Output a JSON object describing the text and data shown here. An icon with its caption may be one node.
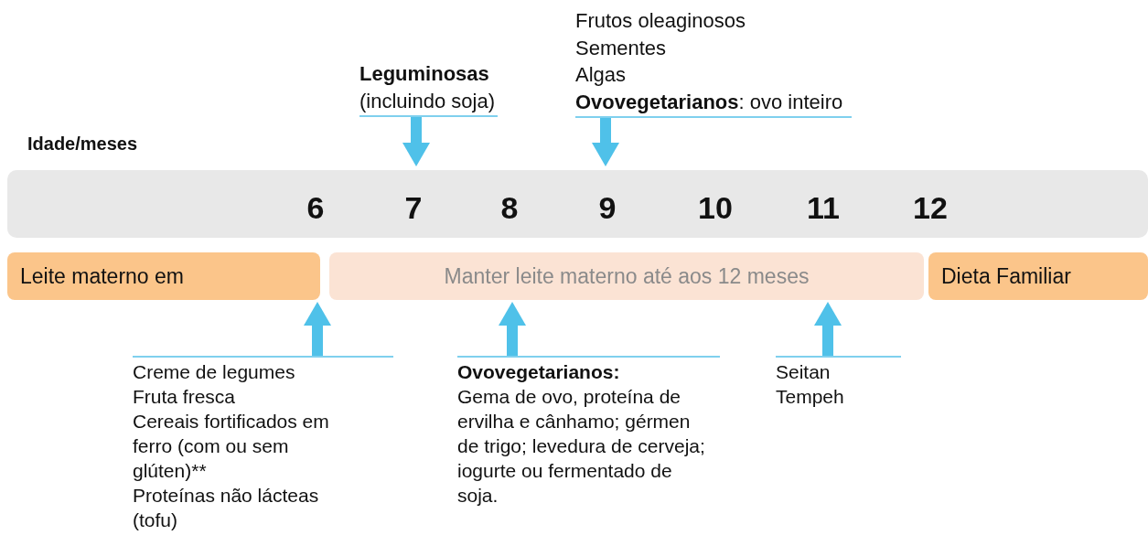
{
  "diagram": {
    "nodes": [
      {
        "text": [],
        "shape": "bar"
      },
      {
        "text": [
          "6"
        ],
        "in": 0
      },
      {
        "text": [
          "7"
        ],
        "in": 0
      },
      {
        "text": [
          "8"
        ],
        "in": 0
      },
      {
        "text": [
          "9"
        ],
        "in": 0
      },
      {
        "text": [
          "10"
        ],
        "in": 0
      },
      {
        "text": [
          "11"
        ],
        "in": 0
      },
      {
        "text": [
          "12"
        ],
        "in": 0
      },
      {
        "text": [
          "Leguminosas",
          "(incluindo soja)"
        ]
      },
      {
        "text": [
          "Frutos oleaginosos",
          "Sementes",
          "Algas",
          "**Ovovegetarianos**: ovo inteiro"
        ]
      },
      {
        "text": [
          "Leite materno em"
        ]
      },
      {
        "text": [
          "Manter leite materno até aos 12 meses"
        ]
      },
      {
        "text": [
          "Dieta Familiar"
        ]
      },
      {
        "text": [
          "Creme de legumes",
          "Fruta fresca",
          "Cereais fortificados em ferro (com ou sem glúten)**",
          "Proteínas não lácteas (tofu)"
        ]
      },
      {
        "text": [
          "Ovovegetarianos:",
          "Gema de ovo, proteína de ervilha e cânhamo; gérmen de trigo; levedura de cerveja; iogurte ou fermentado de soja."
        ]
      },
      {
        "text": [
          "Seitan",
          "Tempeh"
        ]
      }
    ],
    "edges": [
      {
        "from": 8,
        "to": 2,
        "arrow": "to"
      },
      {
        "from": 9,
        "to": 4,
        "arrow": "to"
      },
      {
        "from": 13,
        "to": 10,
        "arrow": "to"
      },
      {
        "from": 14,
        "to": 11,
        "arrow": "to"
      },
      {
        "from": 15,
        "to": 11,
        "arrow": "to"
      }
    ],
    "labels": [
      "Idade/meses"
    ]
  }
}
